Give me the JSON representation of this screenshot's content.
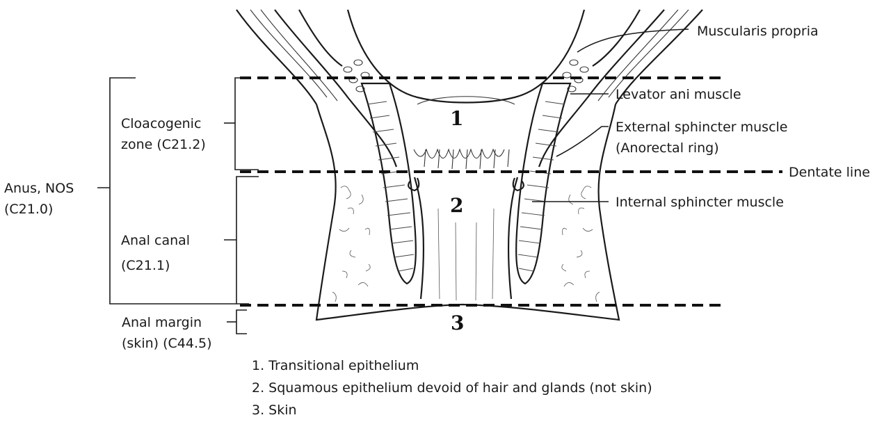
{
  "labels": {
    "anus_nos_line1": "Anus, NOS",
    "anus_nos_line2": "(C21.0)",
    "cloacogenic_line1": "Cloacogenic",
    "cloacogenic_line2": "zone (C21.2)",
    "anal_canal_line1": "Anal canal",
    "anal_canal_line2": "(C21.1)",
    "anal_margin_line1": "Anal margin",
    "anal_margin_line2": "(skin) (C44.5)",
    "muscularis_propria": "Muscularis propria",
    "levator_ani": "Levator ani muscle",
    "external_sphincter_line1": "External sphincter muscle",
    "external_sphincter_line2": "(Anorectal ring)",
    "dentate_line": "Dentate line",
    "internal_sphincter": "Internal sphincter muscle"
  },
  "region_numbers": [
    "1",
    "2",
    "3"
  ],
  "legend": [
    "1. Transitional epithelium",
    "2. Squamous epithelium devoid of hair and glands (not skin)",
    "3. Skin"
  ]
}
